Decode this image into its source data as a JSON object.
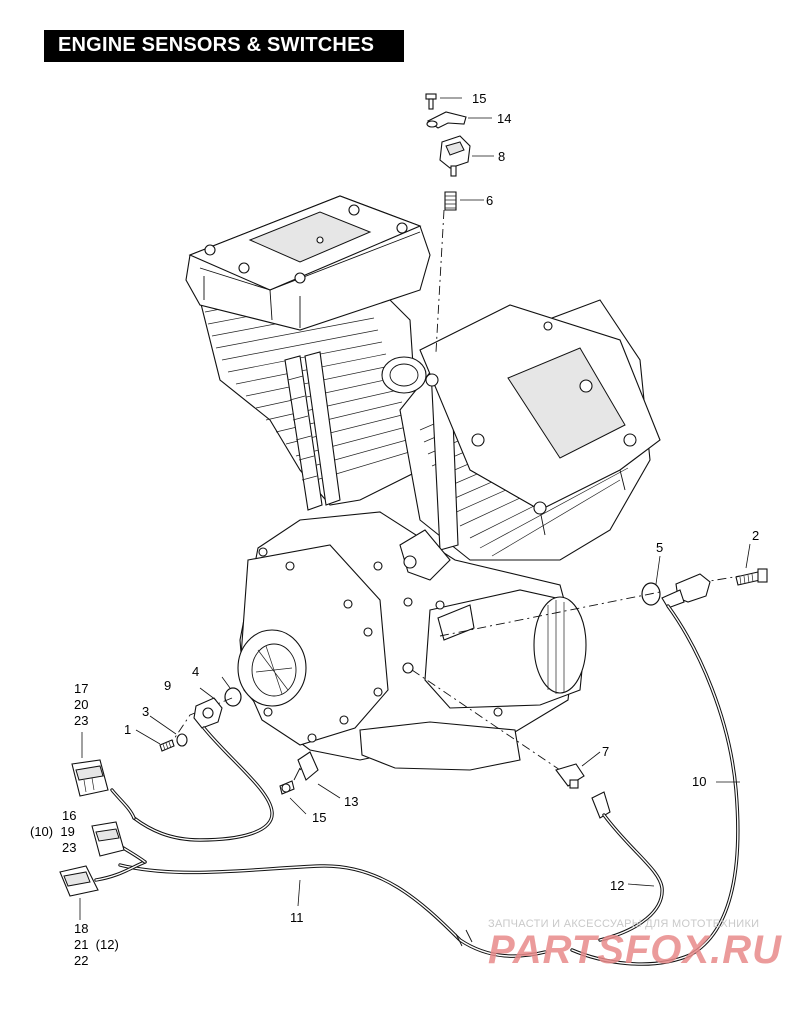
{
  "title": "ENGINE SENSORS & SWITCHES",
  "callouts": {
    "c1": "1",
    "c2": "2",
    "c3": "3",
    "c4": "4",
    "c5": "5",
    "c6": "6",
    "c7": "7",
    "c8": "8",
    "c9": "9",
    "c10": "10",
    "c11": "11",
    "c12": "12",
    "c13": "13",
    "c14": "14",
    "c15a": "15",
    "c15b": "15",
    "g_upper_1": "17",
    "g_upper_2": "20",
    "g_upper_3": "23",
    "g_mid_1": "16",
    "g_mid_2": "(10)  19",
    "g_mid_3": "23",
    "g_low_1": "18",
    "g_low_2": "21  (12)",
    "g_low_3": "22"
  },
  "watermark": {
    "line1": "ЗАПЧАСТИ И АКСЕССУАРЫ ДЛЯ МОТОТЕХНИКИ",
    "line2": "PARTSFOX.RU"
  }
}
